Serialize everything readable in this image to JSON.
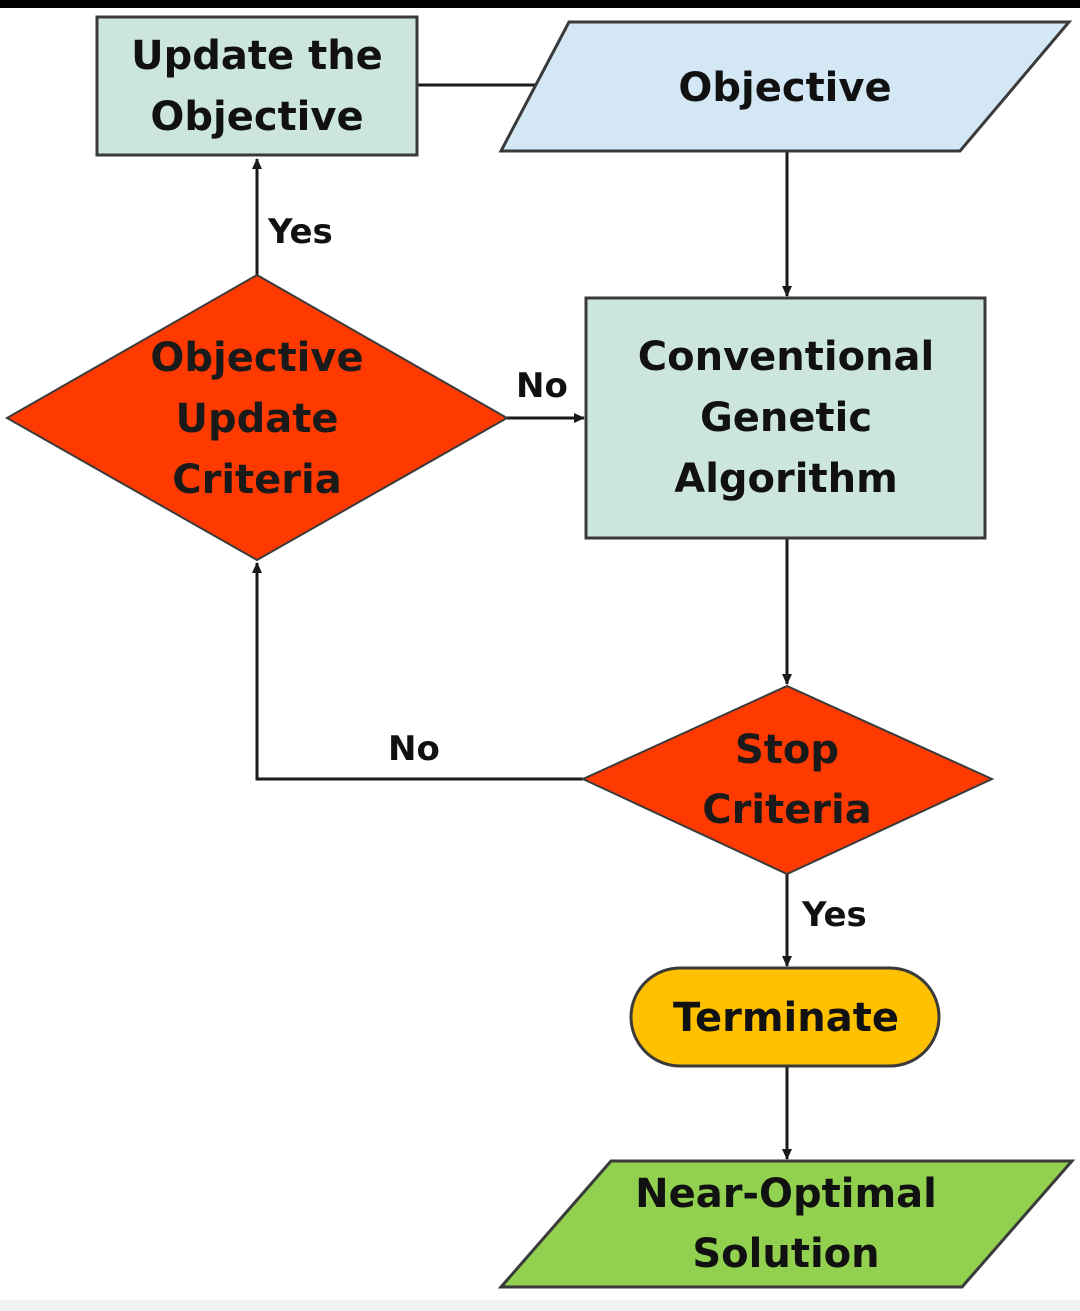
{
  "colors": {
    "process_fill": "#cde6dd",
    "process_stroke": "#3a3a3a",
    "io_fill": "#d3e7f4",
    "decision_fill": "#ff3a00",
    "terminal_fill": "#ffc000",
    "output_fill": "#92d050",
    "text_dark": "#111111",
    "text_on_red": "#1a1a1a"
  },
  "nodes": {
    "update_objective": {
      "shape": "rectangle",
      "lines": [
        "Update the",
        "Objective"
      ]
    },
    "objective": {
      "shape": "parallelogram",
      "lines": [
        "Objective"
      ]
    },
    "objective_update_criteria": {
      "shape": "diamond",
      "lines": [
        "Objective",
        "Update",
        "Criteria"
      ]
    },
    "genetic_algorithm": {
      "shape": "rectangle",
      "lines": [
        "Conventional",
        "Genetic",
        "Algorithm"
      ]
    },
    "stop_criteria": {
      "shape": "diamond",
      "lines": [
        "Stop",
        "Criteria"
      ]
    },
    "terminate": {
      "shape": "rounded-rectangle",
      "lines": [
        "Terminate"
      ]
    },
    "near_optimal_solution": {
      "shape": "parallelogram",
      "lines": [
        "Near-Optimal",
        "Solution"
      ]
    }
  },
  "edges": {
    "update_to_objective": {
      "from": "update_objective",
      "to": "objective",
      "label": ""
    },
    "objective_to_ga": {
      "from": "objective",
      "to": "genetic_algorithm",
      "label": ""
    },
    "criteria_yes": {
      "from": "objective_update_criteria",
      "to": "update_objective",
      "label": "Yes"
    },
    "criteria_no": {
      "from": "objective_update_criteria",
      "to": "genetic_algorithm",
      "label": "No"
    },
    "ga_to_stop": {
      "from": "genetic_algorithm",
      "to": "stop_criteria",
      "label": ""
    },
    "stop_no": {
      "from": "stop_criteria",
      "to": "objective_update_criteria",
      "label": "No"
    },
    "stop_yes": {
      "from": "stop_criteria",
      "to": "terminate",
      "label": "Yes"
    },
    "terminate_to_solution": {
      "from": "terminate",
      "to": "near_optimal_solution",
      "label": ""
    }
  }
}
